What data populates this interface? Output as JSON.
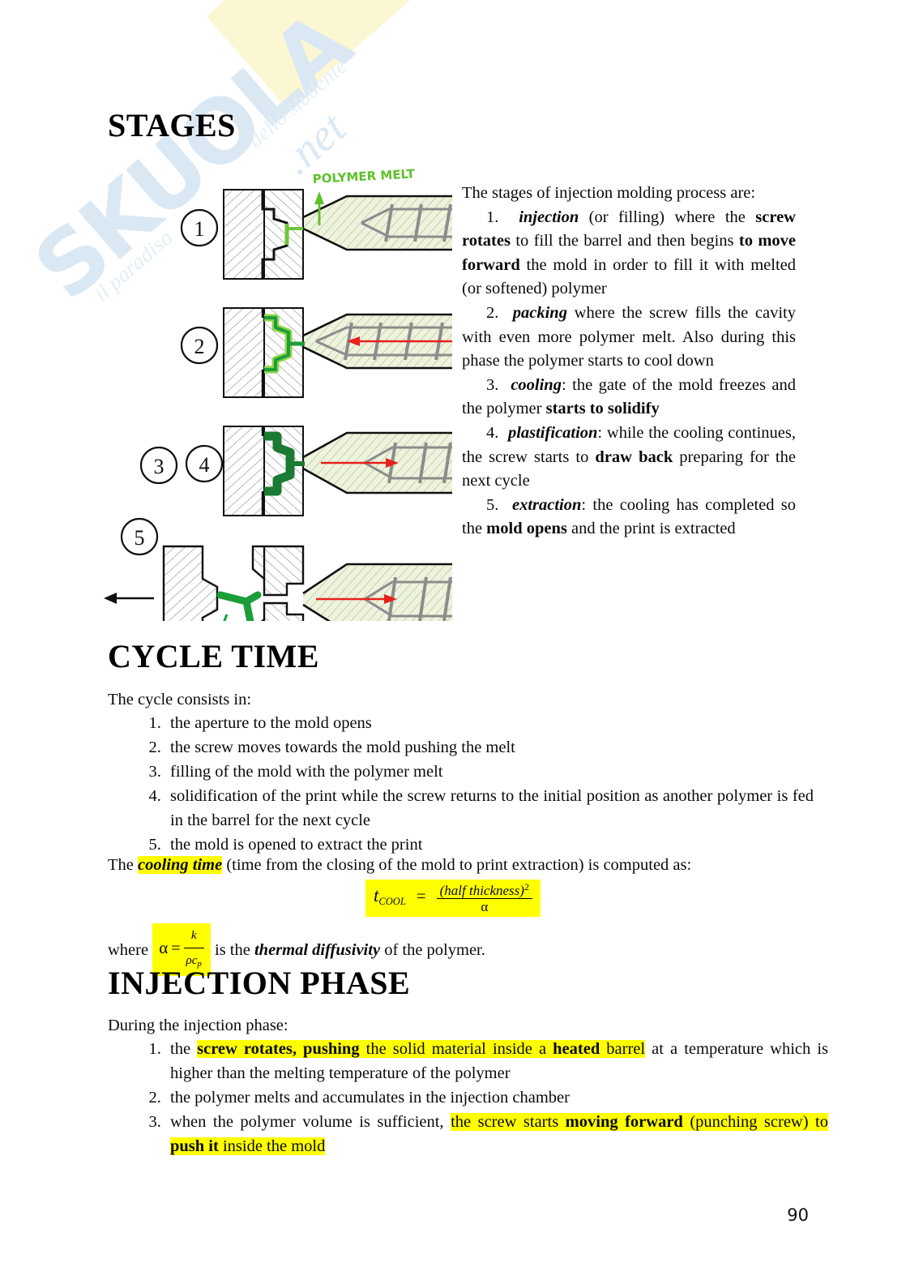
{
  "page": {
    "number": "90",
    "watermark": {
      "brand": "SKUOLA",
      "domain": ".net",
      "tagline_left": "il paradiso",
      "tagline_right": "dello studente"
    }
  },
  "sections": {
    "stages": {
      "heading": "STAGES",
      "intro": "The stages of injection molding process are:",
      "items": [
        {
          "num": "1.",
          "term": "injection",
          "rest_a": " (or filling) where the ",
          "bold_a": "screw rotates",
          "rest_b": " to fill the barrel and then begins ",
          "bold_b": "to move forward",
          "rest_c": " the mold in order to fill it with melted (or softened) polymer"
        },
        {
          "num": "2.",
          "term": "packing",
          "rest_a": " where the screw fills the cavity with even more polymer melt. Also during this phase the polymer starts to cool down"
        },
        {
          "num": "3.",
          "term": "cooling",
          "rest_a": ": the gate of the mold freezes and the polymer ",
          "bold_a": "starts to solidify"
        },
        {
          "num": "4.",
          "term": "plastification",
          "rest_a": ": while the cooling continues, the screw starts to ",
          "bold_a": "draw back",
          "rest_b": " preparing for the next cycle"
        },
        {
          "num": "5.",
          "term": "extraction",
          "rest_a": ": the cooling has completed so the ",
          "bold_a": "mold opens",
          "rest_b": " and the print is extracted"
        }
      ],
      "figure": {
        "annotation": "POLYMER MELT",
        "stage_labels": [
          "1",
          "2",
          "3",
          "4",
          "5"
        ],
        "melt_color": "#1b9e3a",
        "arrow_color": "#e8211b",
        "barrel_fill": "#eef3dd"
      }
    },
    "cycle_time": {
      "heading": "CYCLE TIME",
      "intro": "The cycle consists in:",
      "items": [
        "the aperture to the mold opens",
        "the screw moves towards the mold pushing the melt",
        "filling of the mold with the polymer melt",
        "solidification of the print while the screw returns to the initial position as another polymer is fed in the barrel for the next cycle",
        "the mold is opened to extract the print"
      ],
      "cooling_lead": "The ",
      "cooling_term": "cooling time",
      "cooling_rest": " (time from the closing of the mold to print extraction) is computed as:",
      "formula": {
        "lhs_var": "t",
        "lhs_sub": "COOL",
        "equals": "=",
        "numerator": "(half thickness)",
        "numerator_exp": "2",
        "denominator": "α"
      },
      "where_lead": "where ",
      "where_alpha": "α",
      "where_eq": "=",
      "where_num": "k",
      "where_den_rho": "ρc",
      "where_den_sub": "p",
      "where_mid": " is the ",
      "where_term": "thermal diffusivity",
      "where_tail": " of the polymer."
    },
    "injection_phase": {
      "heading": "INJECTION PHASE",
      "intro": "During the injection phase:",
      "items": [
        {
          "plain_a": "the ",
          "hl_bold_a": "screw rotates, pushing",
          "hl_plain_a": " the solid material inside a ",
          "hl_bold_b": "heated",
          "hl_plain_b": " barrel",
          "plain_b": " at a temperature which is higher than the melting temperature of the polymer"
        },
        {
          "plain_a": "the polymer melts and accumulates in the injection chamber"
        },
        {
          "plain_a": "when the polymer volume is sufficient, ",
          "hl_plain_a": "the screw starts ",
          "hl_bold_a": "moving forward",
          "hl_plain_b": " (punching screw) to ",
          "hl_bold_b": "push it",
          "hl_plain_c": " inside the mold"
        }
      ]
    }
  },
  "colors": {
    "highlight": "#ffff00",
    "melt_green": "#1b9e3a",
    "annotation_green": "#5ec02a",
    "arrow_red": "#e8211b",
    "watermark_blue": "#dae8f3",
    "watermark_yellow": "#fbf7d2"
  }
}
